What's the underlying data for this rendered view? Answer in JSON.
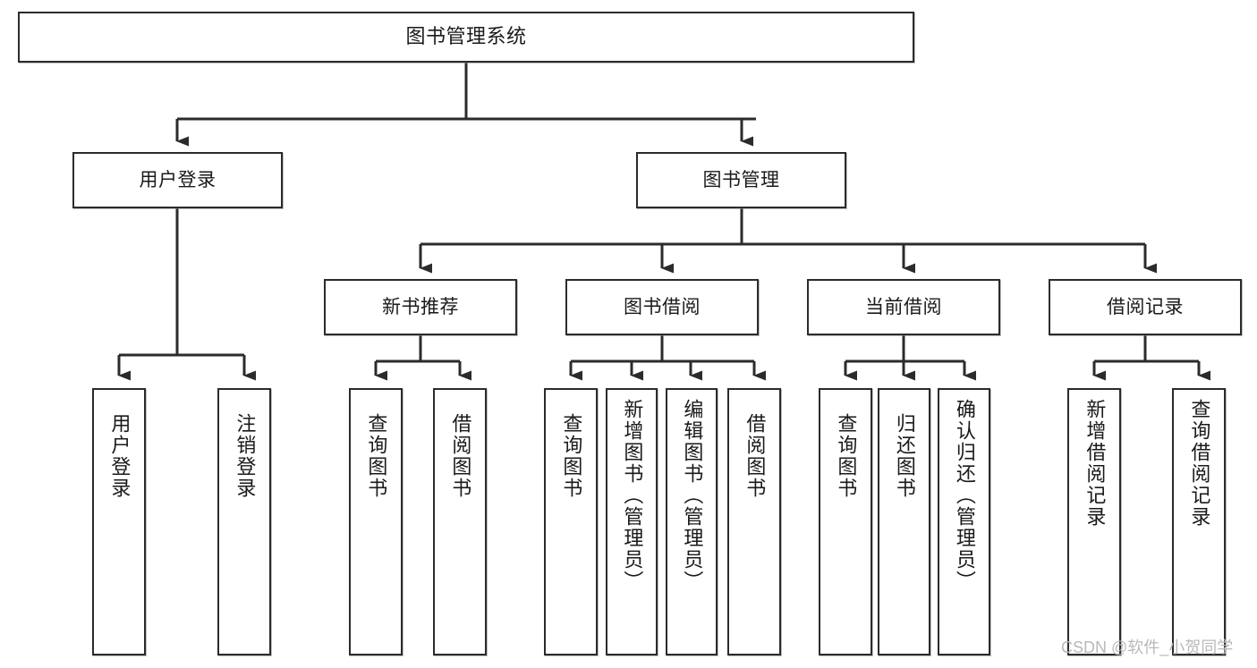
{
  "diagram": {
    "title": "图书管理系统",
    "type": "hierarchy-tree",
    "root": {
      "id": "root",
      "label": "图书管理系统"
    },
    "level2": [
      {
        "id": "user-login",
        "label": "用户登录"
      },
      {
        "id": "book-manage",
        "label": "图书管理"
      }
    ],
    "level3": [
      {
        "id": "new-book-rec",
        "label": "新书推荐",
        "parent": "book-manage"
      },
      {
        "id": "book-borrow",
        "label": "图书借阅",
        "parent": "book-manage"
      },
      {
        "id": "current-borrow",
        "label": "当前借阅",
        "parent": "book-manage"
      },
      {
        "id": "borrow-record",
        "label": "借阅记录",
        "parent": "book-manage"
      }
    ],
    "leaves": [
      {
        "id": "leaf-user-login",
        "label": "用户登录",
        "parent": "user-login"
      },
      {
        "id": "leaf-logout",
        "label": "注销登录",
        "parent": "user-login"
      },
      {
        "id": "leaf-query-book-1",
        "label": "查询图书",
        "parent": "new-book-rec"
      },
      {
        "id": "leaf-borrow-book-1",
        "label": "借阅图书",
        "parent": "new-book-rec"
      },
      {
        "id": "leaf-query-book-2",
        "label": "查询图书",
        "parent": "book-borrow"
      },
      {
        "id": "leaf-add-book",
        "label": "新增图书（管理员）",
        "parent": "book-borrow"
      },
      {
        "id": "leaf-edit-book",
        "label": "编辑图书（管理员）",
        "parent": "book-borrow"
      },
      {
        "id": "leaf-borrow-book-2",
        "label": "借阅图书",
        "parent": "book-borrow"
      },
      {
        "id": "leaf-query-book-3",
        "label": "查询图书",
        "parent": "current-borrow"
      },
      {
        "id": "leaf-return-book",
        "label": "归还图书",
        "parent": "current-borrow"
      },
      {
        "id": "leaf-confirm-return",
        "label": "确认归还（管理员）",
        "parent": "current-borrow"
      },
      {
        "id": "leaf-add-record",
        "label": "新增借阅记录",
        "parent": "borrow-record"
      },
      {
        "id": "leaf-query-record",
        "label": "查询借阅记录",
        "parent": "borrow-record"
      }
    ]
  },
  "watermark": {
    "text": "CSDN @软件_小贺同学"
  },
  "colors": {
    "border": "#2b2b2b",
    "background": "#ffffff",
    "text": "#1a1a1a",
    "watermark": "#b9b9b9"
  }
}
